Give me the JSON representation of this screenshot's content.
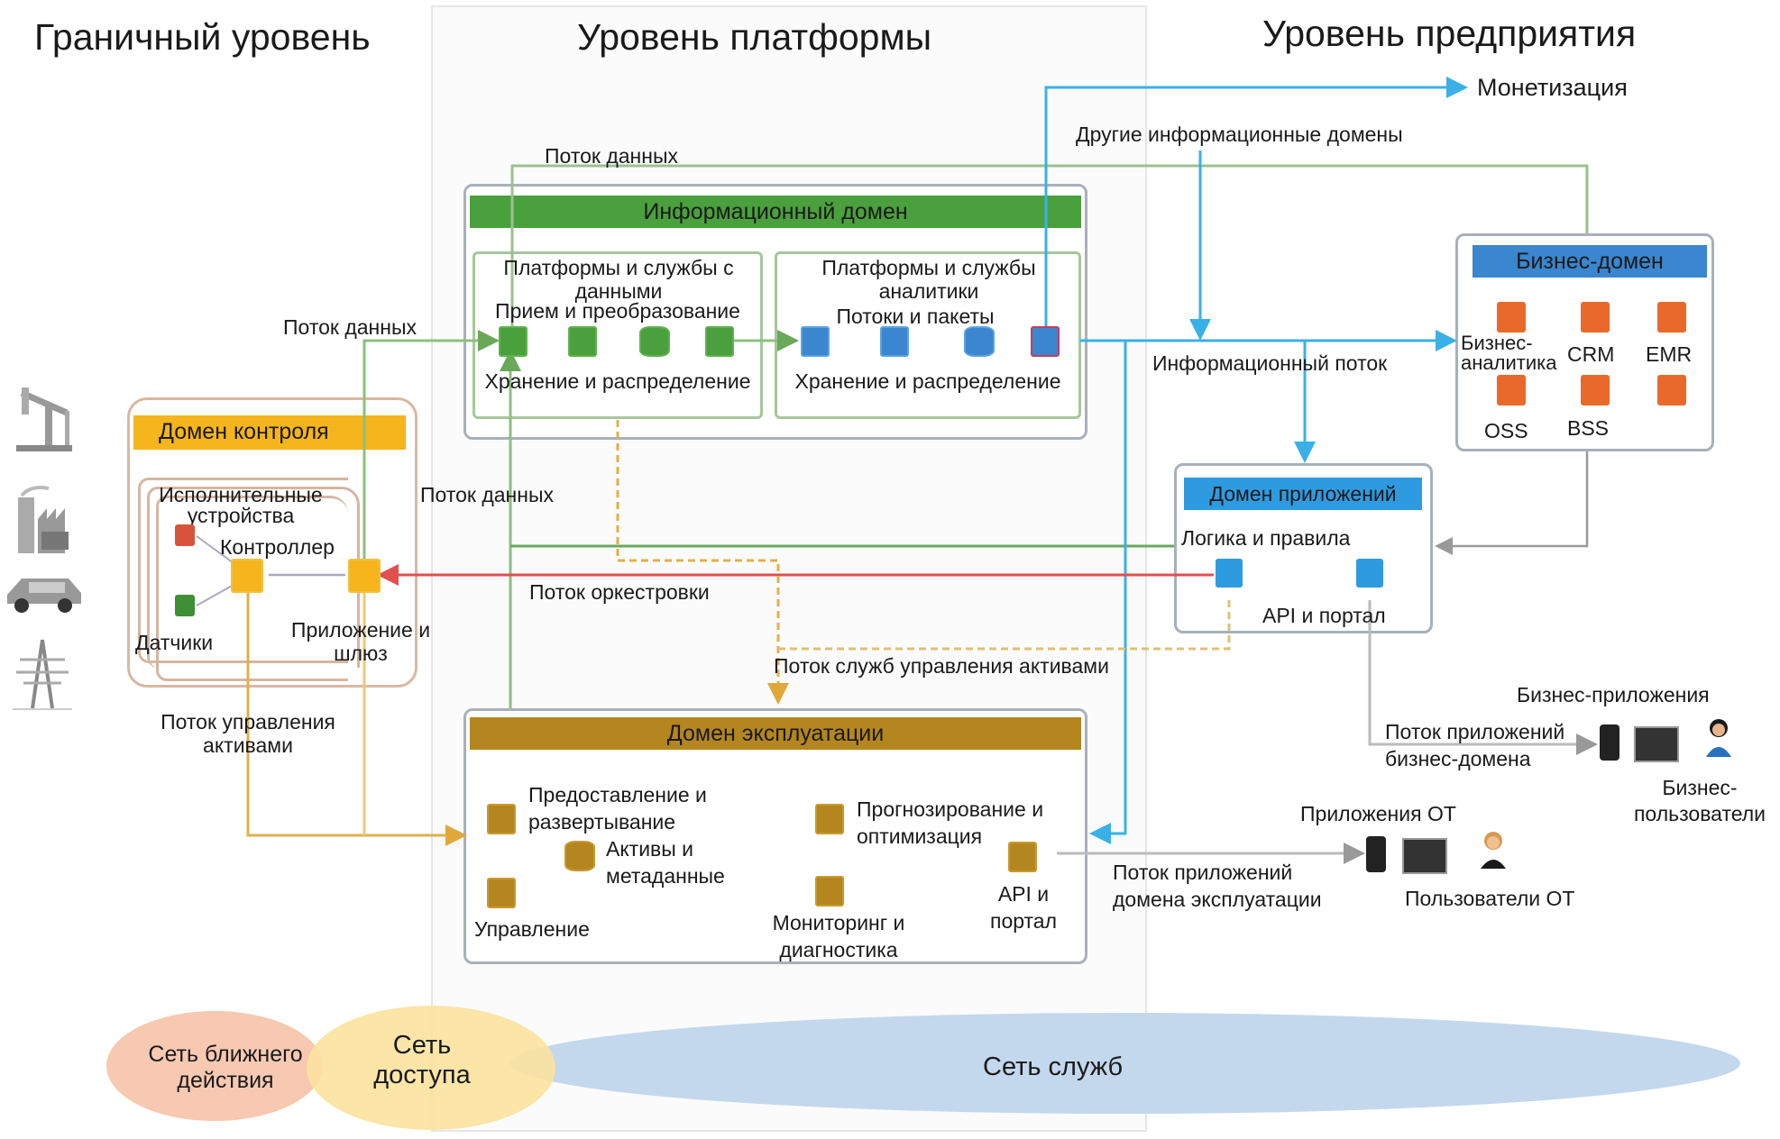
{
  "levels": {
    "edge": "Граничный уровень",
    "platform": "Уровень платформы",
    "enterprise": "Уровень предприятия"
  },
  "edge_icons": [
    "oil-pump-icon",
    "factory-icon",
    "car-icon",
    "power-tower-icon"
  ],
  "info_domain": {
    "title": "Информационный домен",
    "data_services": {
      "title": "Платформы и службы с данными",
      "top": "Прием и преобразование",
      "bottom": "Хранение и распределение"
    },
    "analytics_services": {
      "title": "Платформы и службы аналитики",
      "top": "Потоки и пакеты",
      "bottom": "Хранение и распределение"
    }
  },
  "control_domain": {
    "title": "Домен контроля",
    "actuators": "Исполнительные устройства",
    "controller": "Контроллер",
    "sensors": "Датчики",
    "gateway": "Приложение и шлюз"
  },
  "ops_domain": {
    "title": "Домен эксплуатации",
    "items": {
      "provisioning": "Предоставление и развертывание",
      "assets": "Активы и метаданные",
      "management": "Управление",
      "forecasting": "Прогнозирование и оптимизация",
      "monitoring": "Мониторинг и диагностика",
      "api": "API и портал"
    }
  },
  "app_domain": {
    "title": "Домен приложений",
    "logic": "Логика и правила",
    "api": "API и портал"
  },
  "business_domain": {
    "title": "Бизнес-домен",
    "items": [
      "Бизнес-аналитика",
      "CRM",
      "EMR",
      "OSS",
      "BSS"
    ]
  },
  "flows": {
    "data_flow_top": "Поток данных",
    "data_flow_left": "Поток данных",
    "data_flow_mid": "Поток данных",
    "monetization": "Монетизация",
    "other_info_domains": "Другие информационные домены",
    "info_flow": "Информационный поток",
    "orchestration": "Поток оркестровки",
    "asset_services": "Поток служб управления активами",
    "asset_management": "Поток управления активами",
    "biz_app_flow": "Поток приложений бизнес-домена",
    "ops_app_flow": "Поток приложений домена эксплуатации"
  },
  "consumers": {
    "biz_apps": "Бизнес-приложения",
    "biz_users": "Бизнес-пользователи",
    "ot_apps": "Приложения ОТ",
    "ot_users": "Пользователи ОТ"
  },
  "networks": {
    "near": "Сеть ближнего действия",
    "access": "Сеть доступа",
    "services": "Сеть служб"
  },
  "colors": {
    "info_green": "#4aa03c",
    "business_blue": "#3a86cf",
    "app_blue": "#2e9be0",
    "control_yellow": "#f6b51c",
    "ops_brown": "#b4861f",
    "biz_orange": "#e8692a",
    "orchestration_red": "#e05050",
    "info_flow_blue": "#3ab0e8"
  }
}
